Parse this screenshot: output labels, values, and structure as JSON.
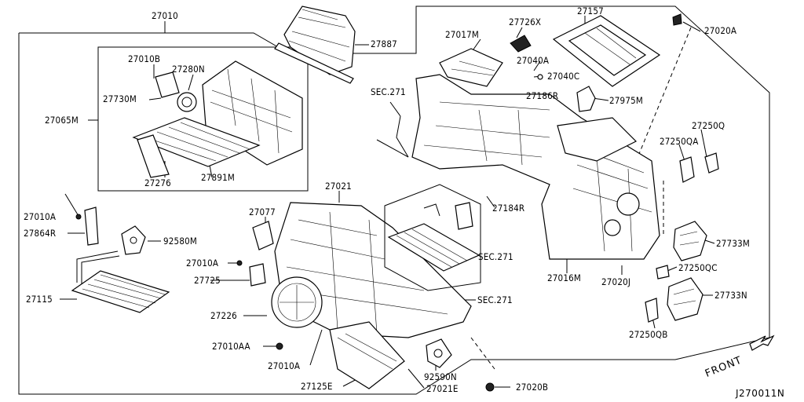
{
  "diagram_id": "J270011N",
  "front_label": "FRONT",
  "labels": [
    {
      "id": "p27010",
      "text": "27010"
    },
    {
      "id": "p27887",
      "text": "27887"
    },
    {
      "id": "p27017M",
      "text": "27017M"
    },
    {
      "id": "p27726X",
      "text": "27726X"
    },
    {
      "id": "p27157",
      "text": "27157"
    },
    {
      "id": "p27020A",
      "text": "27020A"
    },
    {
      "id": "p27010B",
      "text": "27010B"
    },
    {
      "id": "p27280N",
      "text": "27280N"
    },
    {
      "id": "p27730M",
      "text": "27730M"
    },
    {
      "id": "p27065M",
      "text": "27065M"
    },
    {
      "id": "p27276",
      "text": "27276"
    },
    {
      "id": "p27891M",
      "text": "27891M"
    },
    {
      "id": "pSEC271a",
      "text": "SEC.271"
    },
    {
      "id": "p27040A",
      "text": "27040A"
    },
    {
      "id": "p27040C",
      "text": "27040C"
    },
    {
      "id": "p27186R",
      "text": "27186R"
    },
    {
      "id": "p27975M",
      "text": "27975M"
    },
    {
      "id": "p27250Q",
      "text": "27250Q"
    },
    {
      "id": "p27250QA",
      "text": "27250QA"
    },
    {
      "id": "p27021",
      "text": "27021"
    },
    {
      "id": "p27184R",
      "text": "27184R"
    },
    {
      "id": "p27010A1",
      "text": "27010A"
    },
    {
      "id": "p27864R",
      "text": "27864R"
    },
    {
      "id": "p27077",
      "text": "27077"
    },
    {
      "id": "p92580M",
      "text": "92580M"
    },
    {
      "id": "p27733M",
      "text": "27733M"
    },
    {
      "id": "pSEC271b",
      "text": "SEC.271"
    },
    {
      "id": "p27010A2",
      "text": "27010A"
    },
    {
      "id": "p27725",
      "text": "27725"
    },
    {
      "id": "p27016M",
      "text": "27016M"
    },
    {
      "id": "p27250QC",
      "text": "27250QC"
    },
    {
      "id": "p27020J",
      "text": "27020J"
    },
    {
      "id": "p27115",
      "text": "27115"
    },
    {
      "id": "pSEC271c",
      "text": "SEC.271"
    },
    {
      "id": "p27733N",
      "text": "27733N"
    },
    {
      "id": "p27226",
      "text": "27226"
    },
    {
      "id": "p27250QB",
      "text": "27250QB"
    },
    {
      "id": "p27010AA",
      "text": "27010AA"
    },
    {
      "id": "p27010A3",
      "text": "27010A"
    },
    {
      "id": "p92590N",
      "text": "92590N"
    },
    {
      "id": "p27125E",
      "text": "27125E"
    },
    {
      "id": "p27021E",
      "text": "27021E"
    },
    {
      "id": "p27020B",
      "text": "27020B"
    }
  ]
}
